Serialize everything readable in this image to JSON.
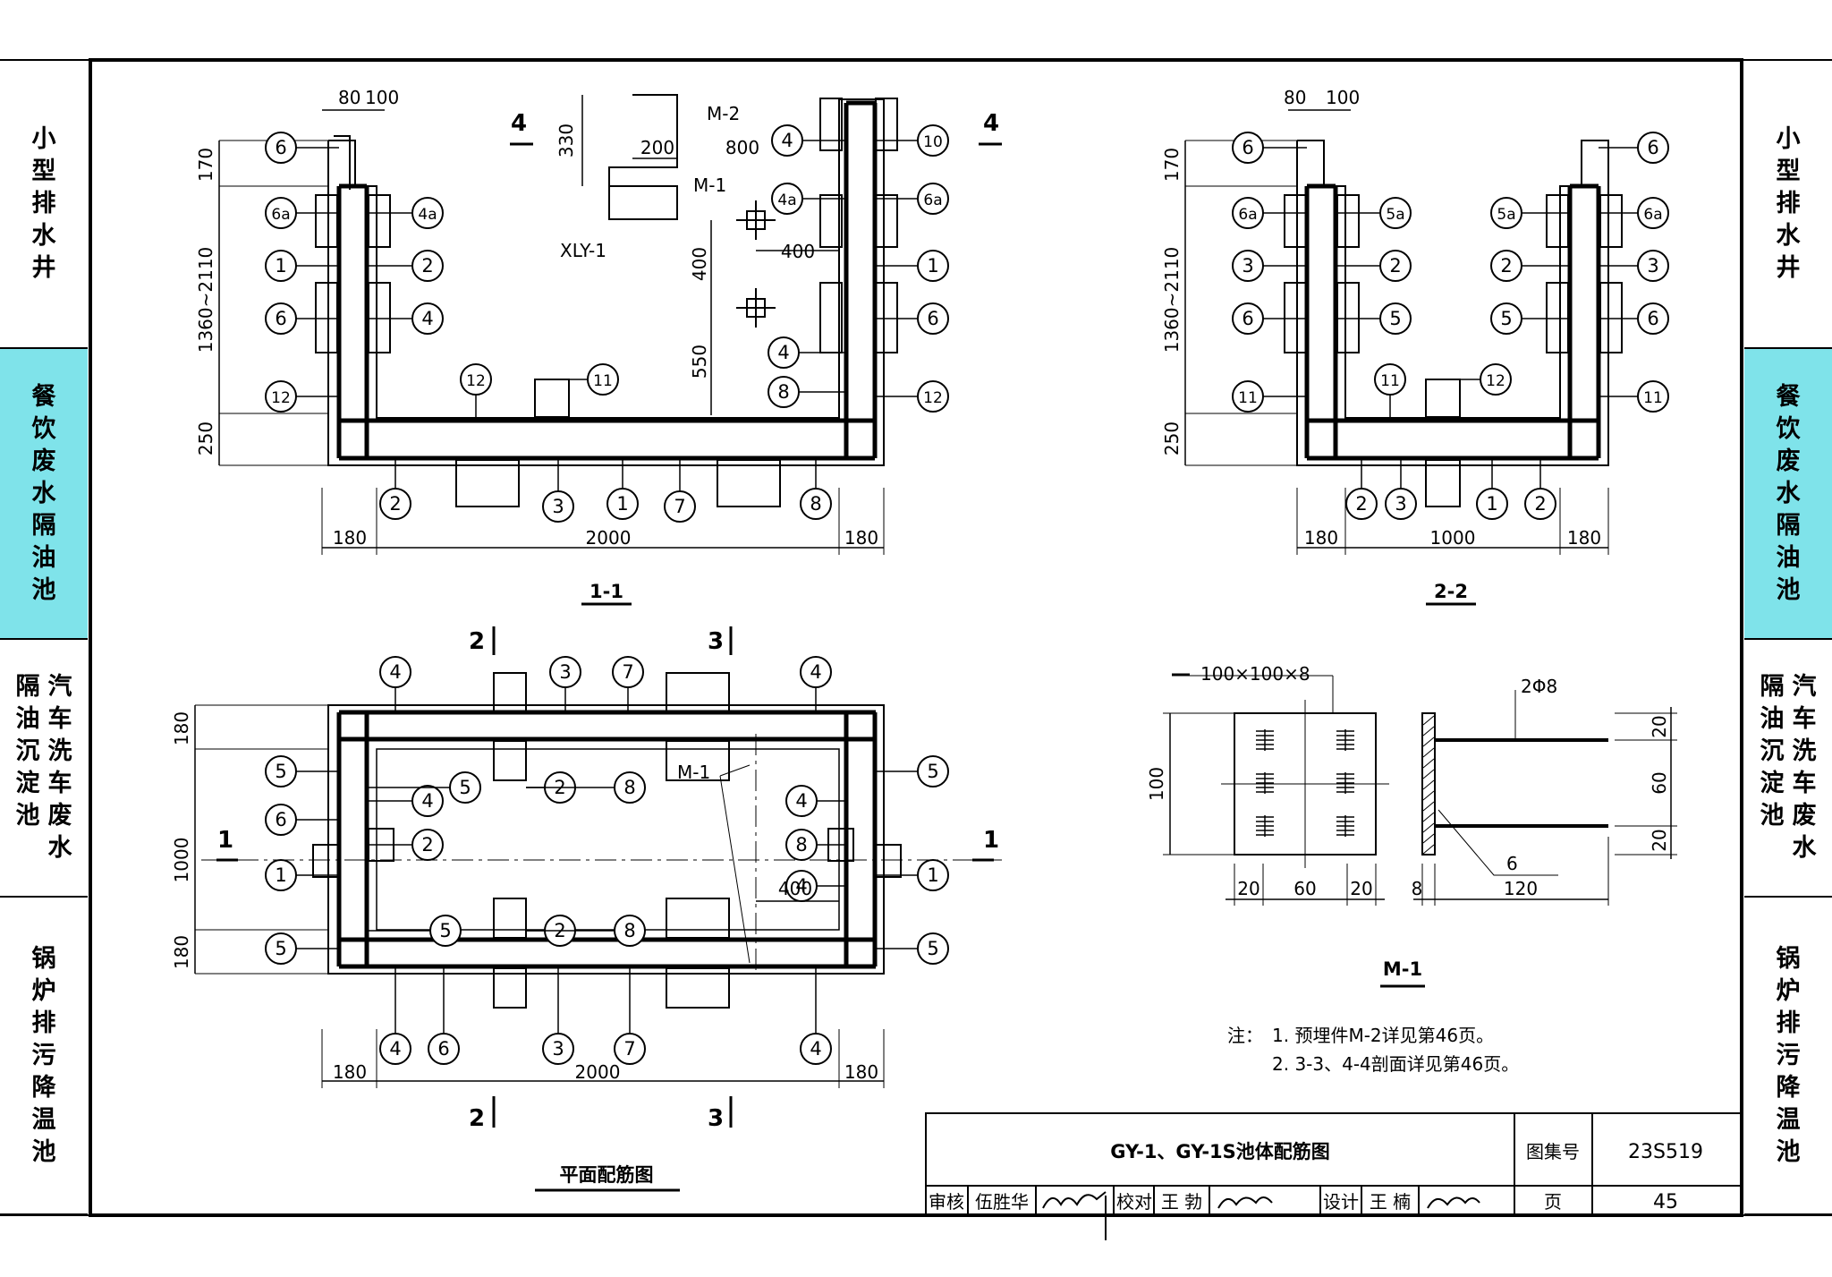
{
  "left_tabs": [
    {
      "cols": [
        "小型排水井"
      ],
      "highlight": false
    },
    {
      "cols": [
        "餐饮废水隔油池"
      ],
      "highlight": true
    },
    {
      "cols": [
        "汽车洗车废水",
        "隔油沉淀池"
      ],
      "highlight": false
    },
    {
      "cols": [
        "锅炉排污降温池"
      ],
      "highlight": false
    }
  ],
  "right_tabs": [
    {
      "cols": [
        "小型排水井"
      ],
      "highlight": false
    },
    {
      "cols": [
        "餐饮废水隔油池"
      ],
      "highlight": true
    },
    {
      "cols": [
        "汽车洗车废水",
        "隔油沉淀池"
      ],
      "highlight": false
    },
    {
      "cols": [
        "锅炉排污降温池"
      ],
      "highlight": false
    }
  ],
  "section_1_1": {
    "title": "1-1",
    "dims": {
      "d80": "80",
      "d100": "100",
      "d170": "170",
      "d_height": "1360~2110",
      "d250": "250",
      "d180_left": "180",
      "d2000": "2000",
      "d180_right": "180",
      "d330": "330",
      "d200": "200",
      "d800": "800",
      "d400_h": "400",
      "d400_v": "400",
      "d550": "550"
    },
    "labels": {
      "m2": "M-2",
      "m1": "M-1",
      "xly": "XLY-1",
      "cut4": "4"
    },
    "marks_left": [
      "6",
      "6a",
      "1",
      "6",
      "12"
    ],
    "marks_left_inner": [
      "4a",
      "2",
      "4"
    ],
    "marks_right_inner": [
      "4",
      "4a",
      "4",
      "8"
    ],
    "marks_right": [
      "10",
      "6a",
      "1",
      "6",
      "12"
    ],
    "marks_bottom": [
      "2",
      "3",
      "1",
      "7",
      "8"
    ],
    "marks_floor": [
      "12",
      "11"
    ]
  },
  "section_2_2": {
    "title": "2-2",
    "dims": {
      "d80": "80",
      "d100": "100",
      "d170": "170",
      "d_height": "1360~2110",
      "d250": "250",
      "d180_left": "180",
      "d1000": "1000",
      "d180_right": "180"
    },
    "marks_left": [
      "6",
      "6a",
      "3",
      "6",
      "11"
    ],
    "marks_left_inner": [
      "5a",
      "2",
      "5"
    ],
    "marks_right_inner": [
      "5a",
      "2",
      "5"
    ],
    "marks_right": [
      "6",
      "6a",
      "3",
      "6",
      "11"
    ],
    "marks_bottom": [
      "2",
      "3",
      "1",
      "2"
    ],
    "marks_floor": [
      "11",
      "12"
    ]
  },
  "plan": {
    "title": "平面配筋图",
    "cuts": {
      "c2": "2",
      "c3": "3",
      "c1": "1"
    },
    "dims": {
      "d180_top": "180",
      "d1000": "1000",
      "d180_bot": "180",
      "d180_left": "180",
      "d2000": "2000",
      "d180_right": "180",
      "d400": "400"
    },
    "label_m1": "M-1",
    "marks_top": [
      "4",
      "3",
      "7",
      "4"
    ],
    "marks_bottom": [
      "4",
      "6",
      "3",
      "7",
      "4"
    ],
    "marks_left": [
      "5",
      "6",
      "1",
      "5"
    ],
    "marks_left_inner": [
      "4",
      "5",
      "2",
      "5"
    ],
    "marks_inner": [
      "2",
      "8",
      "2",
      "8"
    ],
    "marks_right_inner": [
      "4",
      "8",
      "4"
    ],
    "marks_right": [
      "5",
      "1",
      "5"
    ]
  },
  "m1_detail": {
    "title": "M-1",
    "plate": "100×100×8",
    "bars": "2Φ8",
    "dims": {
      "d100": "100",
      "d20a": "20",
      "d60": "60",
      "d20b": "20",
      "d8": "8",
      "d120": "120",
      "r20a": "20",
      "r60": "60",
      "r20b": "20",
      "weld": "6"
    }
  },
  "notes": {
    "prefix": "注：",
    "n1": "1. 预埋件M-2详见第46页。",
    "n2": "2. 3-3、4-4剖面详见第46页。"
  },
  "title_block": {
    "title": "GY-1、GY-1S池体配筋图",
    "atlas_label": "图集号",
    "atlas_no": "23S519",
    "review_label": "审核",
    "reviewer": "伍胜华",
    "check_label": "校对",
    "checker": "王 勃",
    "design_label": "设计",
    "designer": "王 楠",
    "page_label": "页",
    "page_no": "45"
  }
}
